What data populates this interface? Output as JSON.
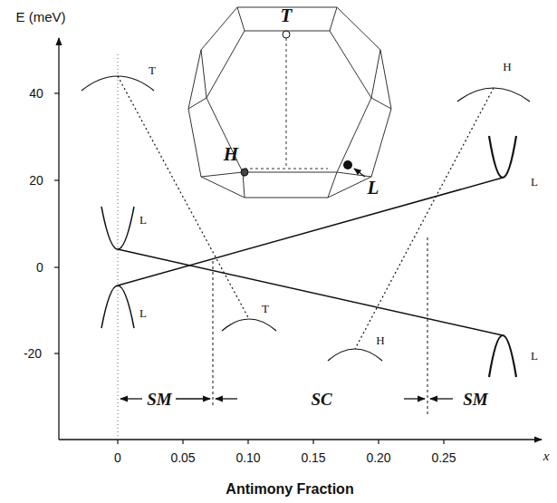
{
  "diagram": {
    "labels": [
      "E (meV)",
      "40",
      "20",
      "0",
      "-20",
      "0",
      "0.05",
      "0.10",
      "0.15",
      "0.20",
      "0.25",
      "x",
      "Antimony Fraction",
      "T",
      "H",
      "L",
      "T",
      "L",
      "L",
      "T",
      "H",
      "L",
      "H",
      "L",
      "SM",
      "SC",
      "SM"
    ]
  }
}
